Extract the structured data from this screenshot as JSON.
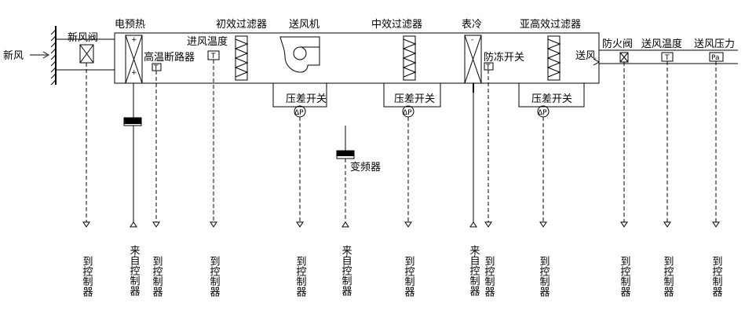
{
  "labels": {
    "fresh_air": "新风",
    "fresh_air_damper": "新风阀",
    "electric_preheat": "电预热",
    "high_temp_breaker": "高温断路器",
    "inlet_temp": "进风温度",
    "primary_filter": "初效过滤器",
    "supply_fan": "送风机",
    "medium_filter": "中效过滤器",
    "surface_cooler": "表冷",
    "sub_hepa_filter": "亚高效过滤器",
    "supply_air": "送风",
    "fire_damper": "防火阀",
    "supply_temp": "送风温度",
    "supply_pressure": "送风压力",
    "pressure_switch": "压差开关",
    "vfd": "变频器",
    "antifreeze_switch": "防冻开关",
    "to_controller": "到控制器",
    "from_controller": "来自控制器"
  },
  "symbols": {
    "temp_sensor": "T",
    "pressure_sensor": "Pa",
    "delta_p": "ΔP",
    "plus": "+",
    "minus": "-"
  }
}
